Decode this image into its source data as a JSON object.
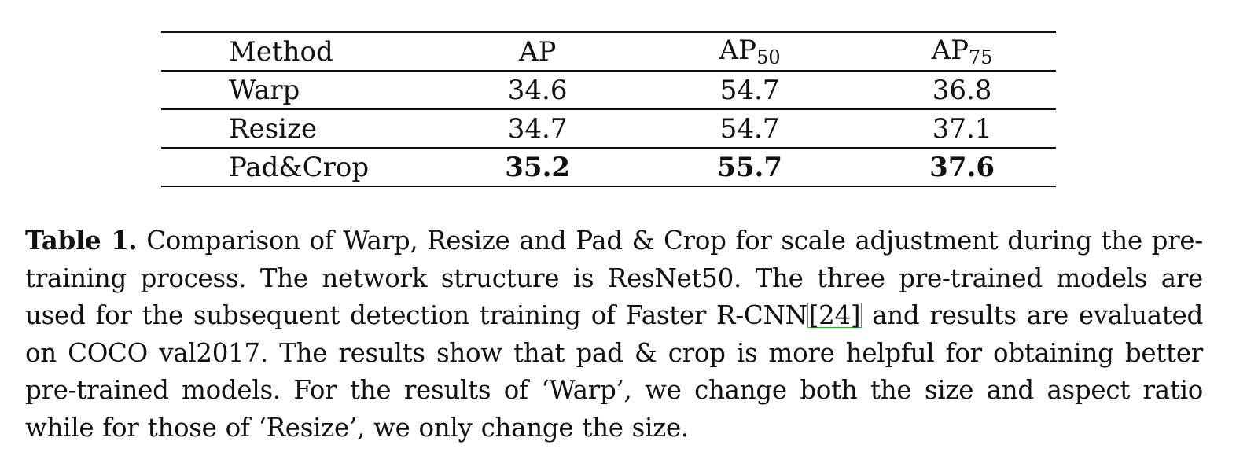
{
  "table": {
    "headers": {
      "method": "Method",
      "ap": "AP",
      "ap50_base": "AP",
      "ap50_sub": "50",
      "ap75_base": "AP",
      "ap75_sub": "75"
    },
    "rows": [
      {
        "method": "Warp",
        "ap": "34.6",
        "ap50": "54.7",
        "ap75": "36.8",
        "bold": false
      },
      {
        "method": "Resize",
        "ap": "34.7",
        "ap50": "54.7",
        "ap75": "37.1",
        "bold": false
      },
      {
        "method": "Pad&Crop",
        "ap": "35.2",
        "ap50": "55.7",
        "ap75": "37.6",
        "bold": true
      }
    ]
  },
  "caption": {
    "label": "Table 1.",
    "text_before_cite": " Comparison of Warp, Resize and Pad & Crop for scale adjustment during the pre-training process. The network structure is ResNet50. The three pre-trained models are used for the subsequent detection training of Faster R-CNN",
    "cite": "[24]",
    "text_after_cite": " and results are evaluated on COCO val2017. The results show that pad & crop is more helpful for obtaining better pre-trained models. For the results of ‘Warp’, we change both the size and aspect ratio while for those of ‘Resize’, we only change the size."
  },
  "colors": {
    "text": "#111111",
    "cite_border": "#2bb62b"
  }
}
